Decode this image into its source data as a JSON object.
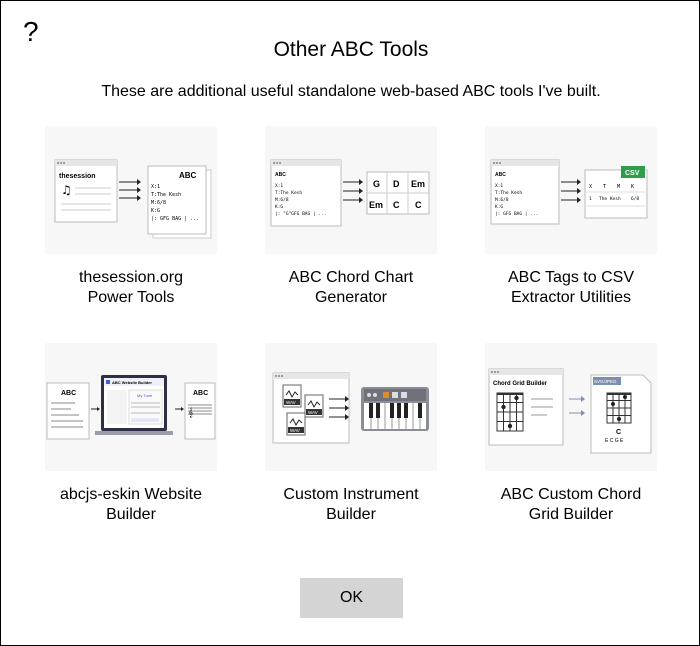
{
  "help_icon": "?",
  "dialog": {
    "title": "Other ABC Tools",
    "subtitle": "These are additional useful standalone web-based ABC tools I've built."
  },
  "tools": [
    {
      "label_line1": "thesession.org",
      "label_line2": "Power Tools",
      "icon": "thesession-to-abc-illustration",
      "art": {
        "heading": "thesession",
        "abc": "ABC",
        "lines": [
          "X:1",
          "T:The Kesh",
          "M:6/8",
          "K:G",
          "|: GFG BAG | ..."
        ]
      }
    },
    {
      "label_line1": "ABC Chord Chart",
      "label_line2": "Generator",
      "icon": "chord-chart-illustration",
      "art": {
        "heading": "ABC",
        "lines": [
          "X:1",
          "T:The Kesh",
          "M:6/8",
          "K:G",
          "|: \"G\"GFG BAG | ..."
        ],
        "chords": [
          "G",
          "D",
          "Em",
          "Em",
          "C",
          "C"
        ]
      }
    },
    {
      "label_line1": "ABC Tags to CSV",
      "label_line2": "Extractor Utilities",
      "icon": "csv-extractor-illustration",
      "art": {
        "heading": "ABC",
        "lines": [
          "X:1",
          "T:The Kesh",
          "M:6/8",
          "K:G",
          "|: GFG BAG | ..."
        ],
        "badge": "CSV",
        "csv_header": [
          "X",
          "T",
          "M",
          "K"
        ],
        "csv_row": [
          "1",
          "The Kesh",
          "6/8",
          ""
        ]
      }
    },
    {
      "label_line1": "abcjs-eskin Website",
      "label_line2": "Builder",
      "icon": "website-builder-illustration",
      "art": {
        "left_heading": "ABC",
        "window_title": "ABC Website Builder",
        "page_title": "My Tune",
        "right_heading": "ABC"
      }
    },
    {
      "label_line1": "Custom Instrument",
      "label_line2": "Builder",
      "icon": "instrument-builder-illustration",
      "art": {
        "files": [
          "WAV",
          "WAV",
          "WAV"
        ]
      }
    },
    {
      "label_line1": "ABC Custom Chord",
      "label_line2": "Grid Builder",
      "icon": "chord-grid-illustration",
      "art": {
        "window_title": "Chord Grid Builder",
        "badge": "SVG/JPEG",
        "chord": "C",
        "strings": "E C G E"
      }
    }
  ],
  "ok_button": {
    "label": "OK"
  }
}
